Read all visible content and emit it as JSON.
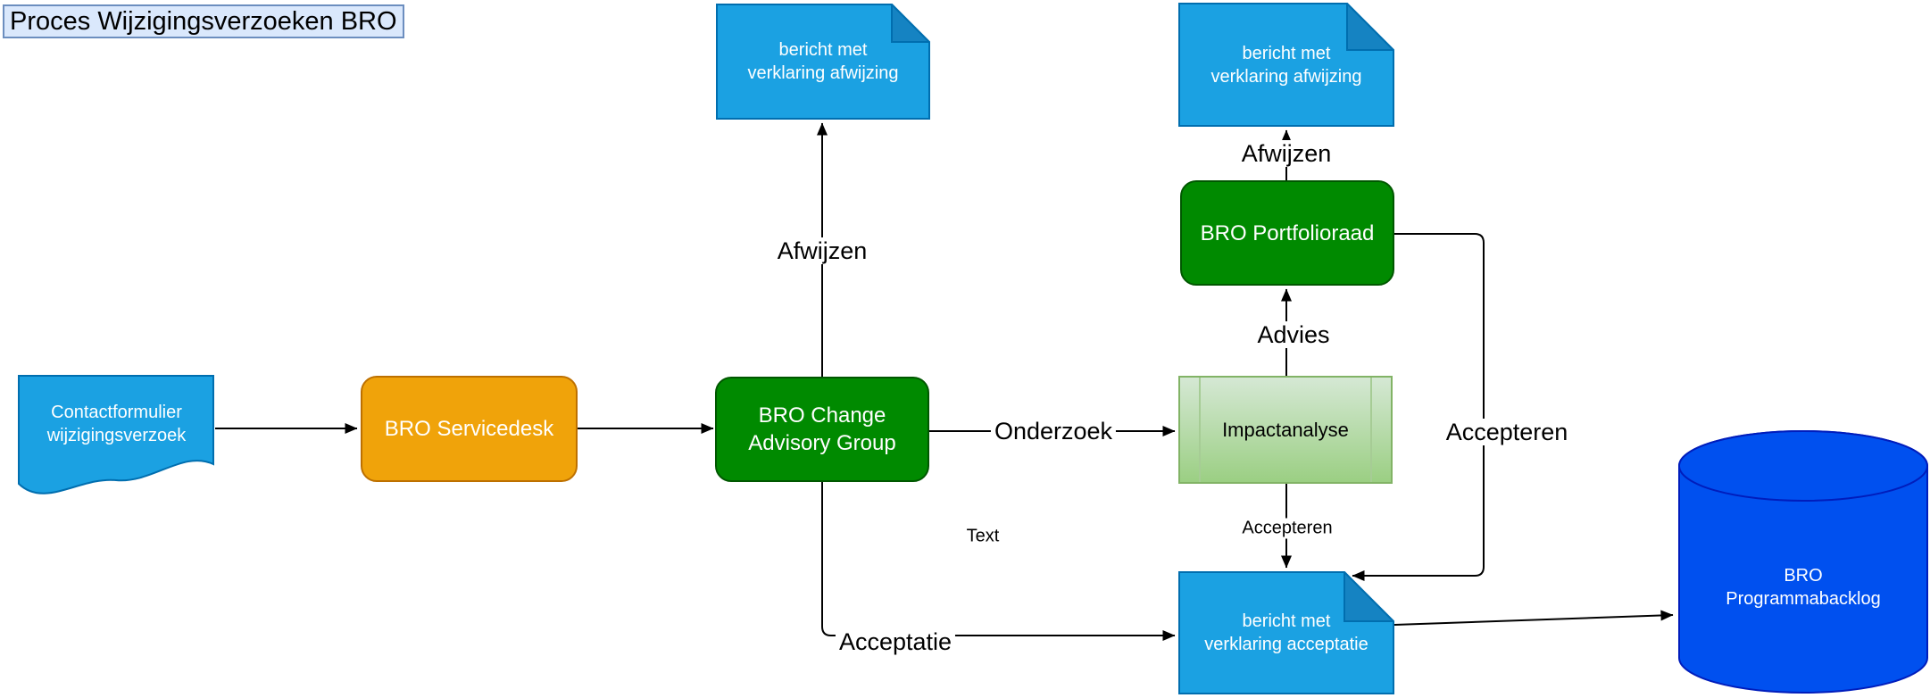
{
  "title": {
    "label": "Proces Wijzigingsverzoeken BRO"
  },
  "nodes": {
    "contact": {
      "type": "document",
      "lines": [
        "Contactformulier",
        "wijzigingsverzoek"
      ]
    },
    "servicedesk": {
      "type": "rounded-box",
      "label": "BRO Servicedesk"
    },
    "cag": {
      "type": "rounded-box",
      "lines": [
        "BRO Change",
        "Advisory Group"
      ]
    },
    "note_afwijzing_links": {
      "type": "note",
      "lines": [
        "bericht met",
        "verklaring afwijzing"
      ]
    },
    "note_afwijzing_rechts": {
      "type": "note",
      "lines": [
        "bericht met",
        "verklaring afwijzing"
      ]
    },
    "portfolioraad": {
      "type": "rounded-box",
      "label": "BRO Portfolioraad"
    },
    "impactanalyse": {
      "type": "process",
      "label": "Impactanalyse"
    },
    "note_acceptatie": {
      "type": "note",
      "lines": [
        "bericht met",
        "verklaring acceptatie"
      ]
    },
    "backlog": {
      "type": "cylinder",
      "lines": [
        "BRO",
        "Programmabacklog"
      ]
    }
  },
  "edge_labels": {
    "afwijzen_cag": "Afwijzen",
    "onderzoek": "Onderzoek",
    "advies": "Advies",
    "afwijzen_portfolio": "Afwijzen",
    "accepteren_portfolio": "Accepteren",
    "accepteren_impact": "Accepteren",
    "acceptatie": "Acceptatie",
    "text_placeholder": "Text"
  },
  "colors": {
    "blue_fill": "#1ba1e2",
    "blue_stroke": "#006eaf",
    "blue_fold": "#1583c2",
    "green_fill": "#008a00",
    "green_stroke": "#005700",
    "orange_fill": "#f0a30a",
    "orange_stroke": "#bd7000",
    "lightgreen_fill_top": "#d5e8d4",
    "lightgreen_fill_bottom": "#9bcf83",
    "lightgreen_stroke": "#82b366",
    "cobalt_fill": "#0050ef",
    "cobalt_stroke": "#001dbc",
    "title_fill": "#dae8fc",
    "title_stroke": "#6c8ebf",
    "connector": "#000000",
    "label_background": "#ffffff"
  }
}
